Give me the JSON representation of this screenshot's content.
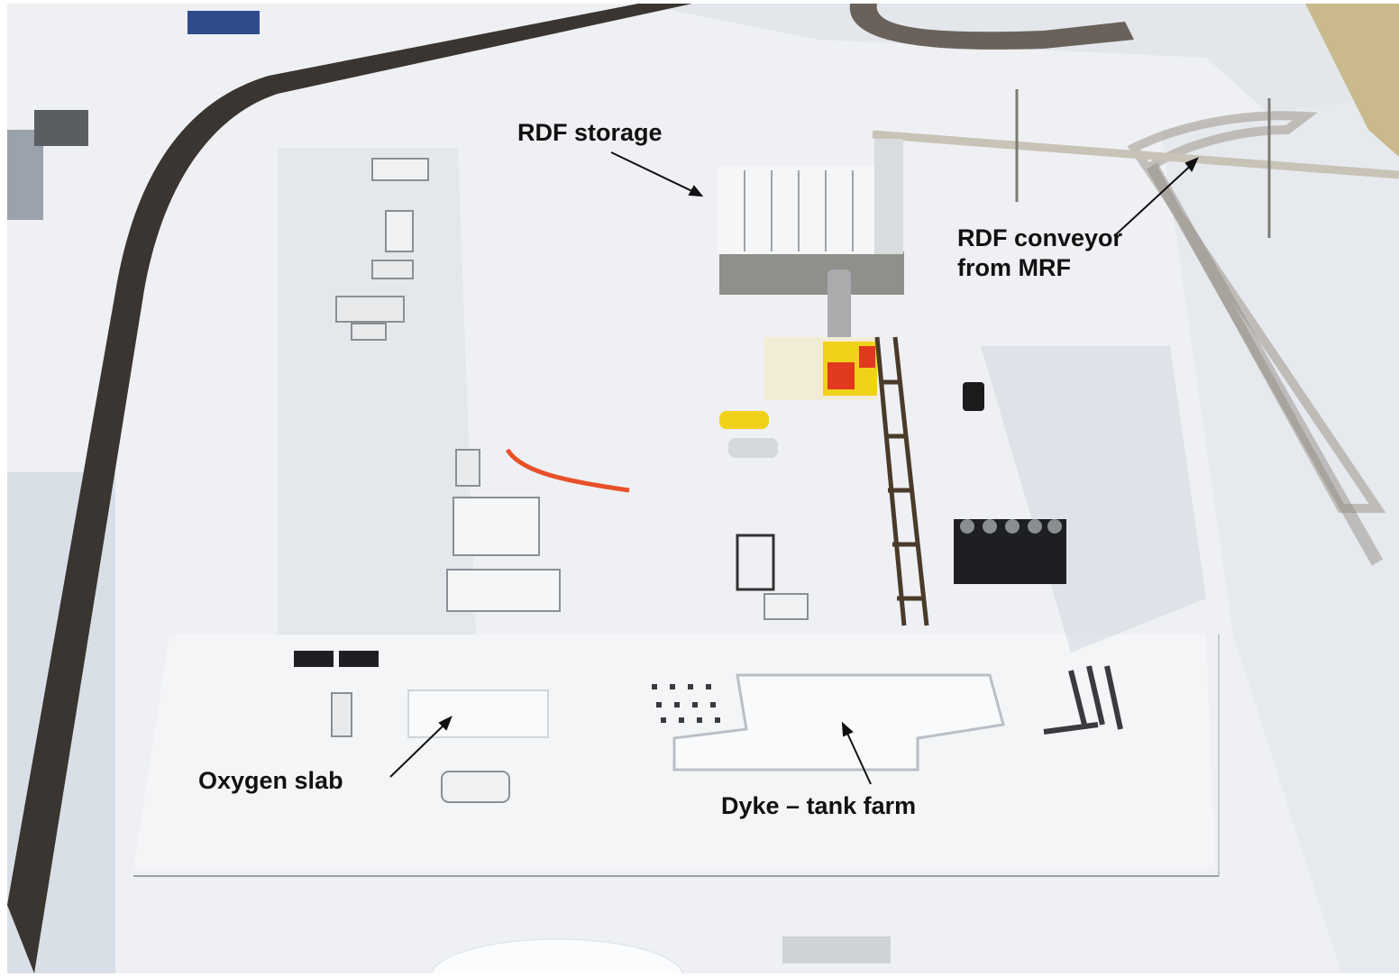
{
  "photo": {
    "subject": "aerial-snow-industrial-site"
  },
  "annotations": {
    "rdf_storage": "RDF storage",
    "rdf_conveyor_line1": "RDF conveyor",
    "rdf_conveyor_line2": "from MRF",
    "oxygen_slab": "Oxygen slab",
    "dyke_tank_farm": "Dyke – tank farm"
  },
  "colors": {
    "snow": "#eef0f3",
    "shadow": "#c9d1db",
    "road": "#3a3530",
    "annotation_text": "#111111",
    "safety_fence": "#e8502a",
    "equipment_yellow": "#f0d21a",
    "equipment_red": "#e0391d"
  }
}
